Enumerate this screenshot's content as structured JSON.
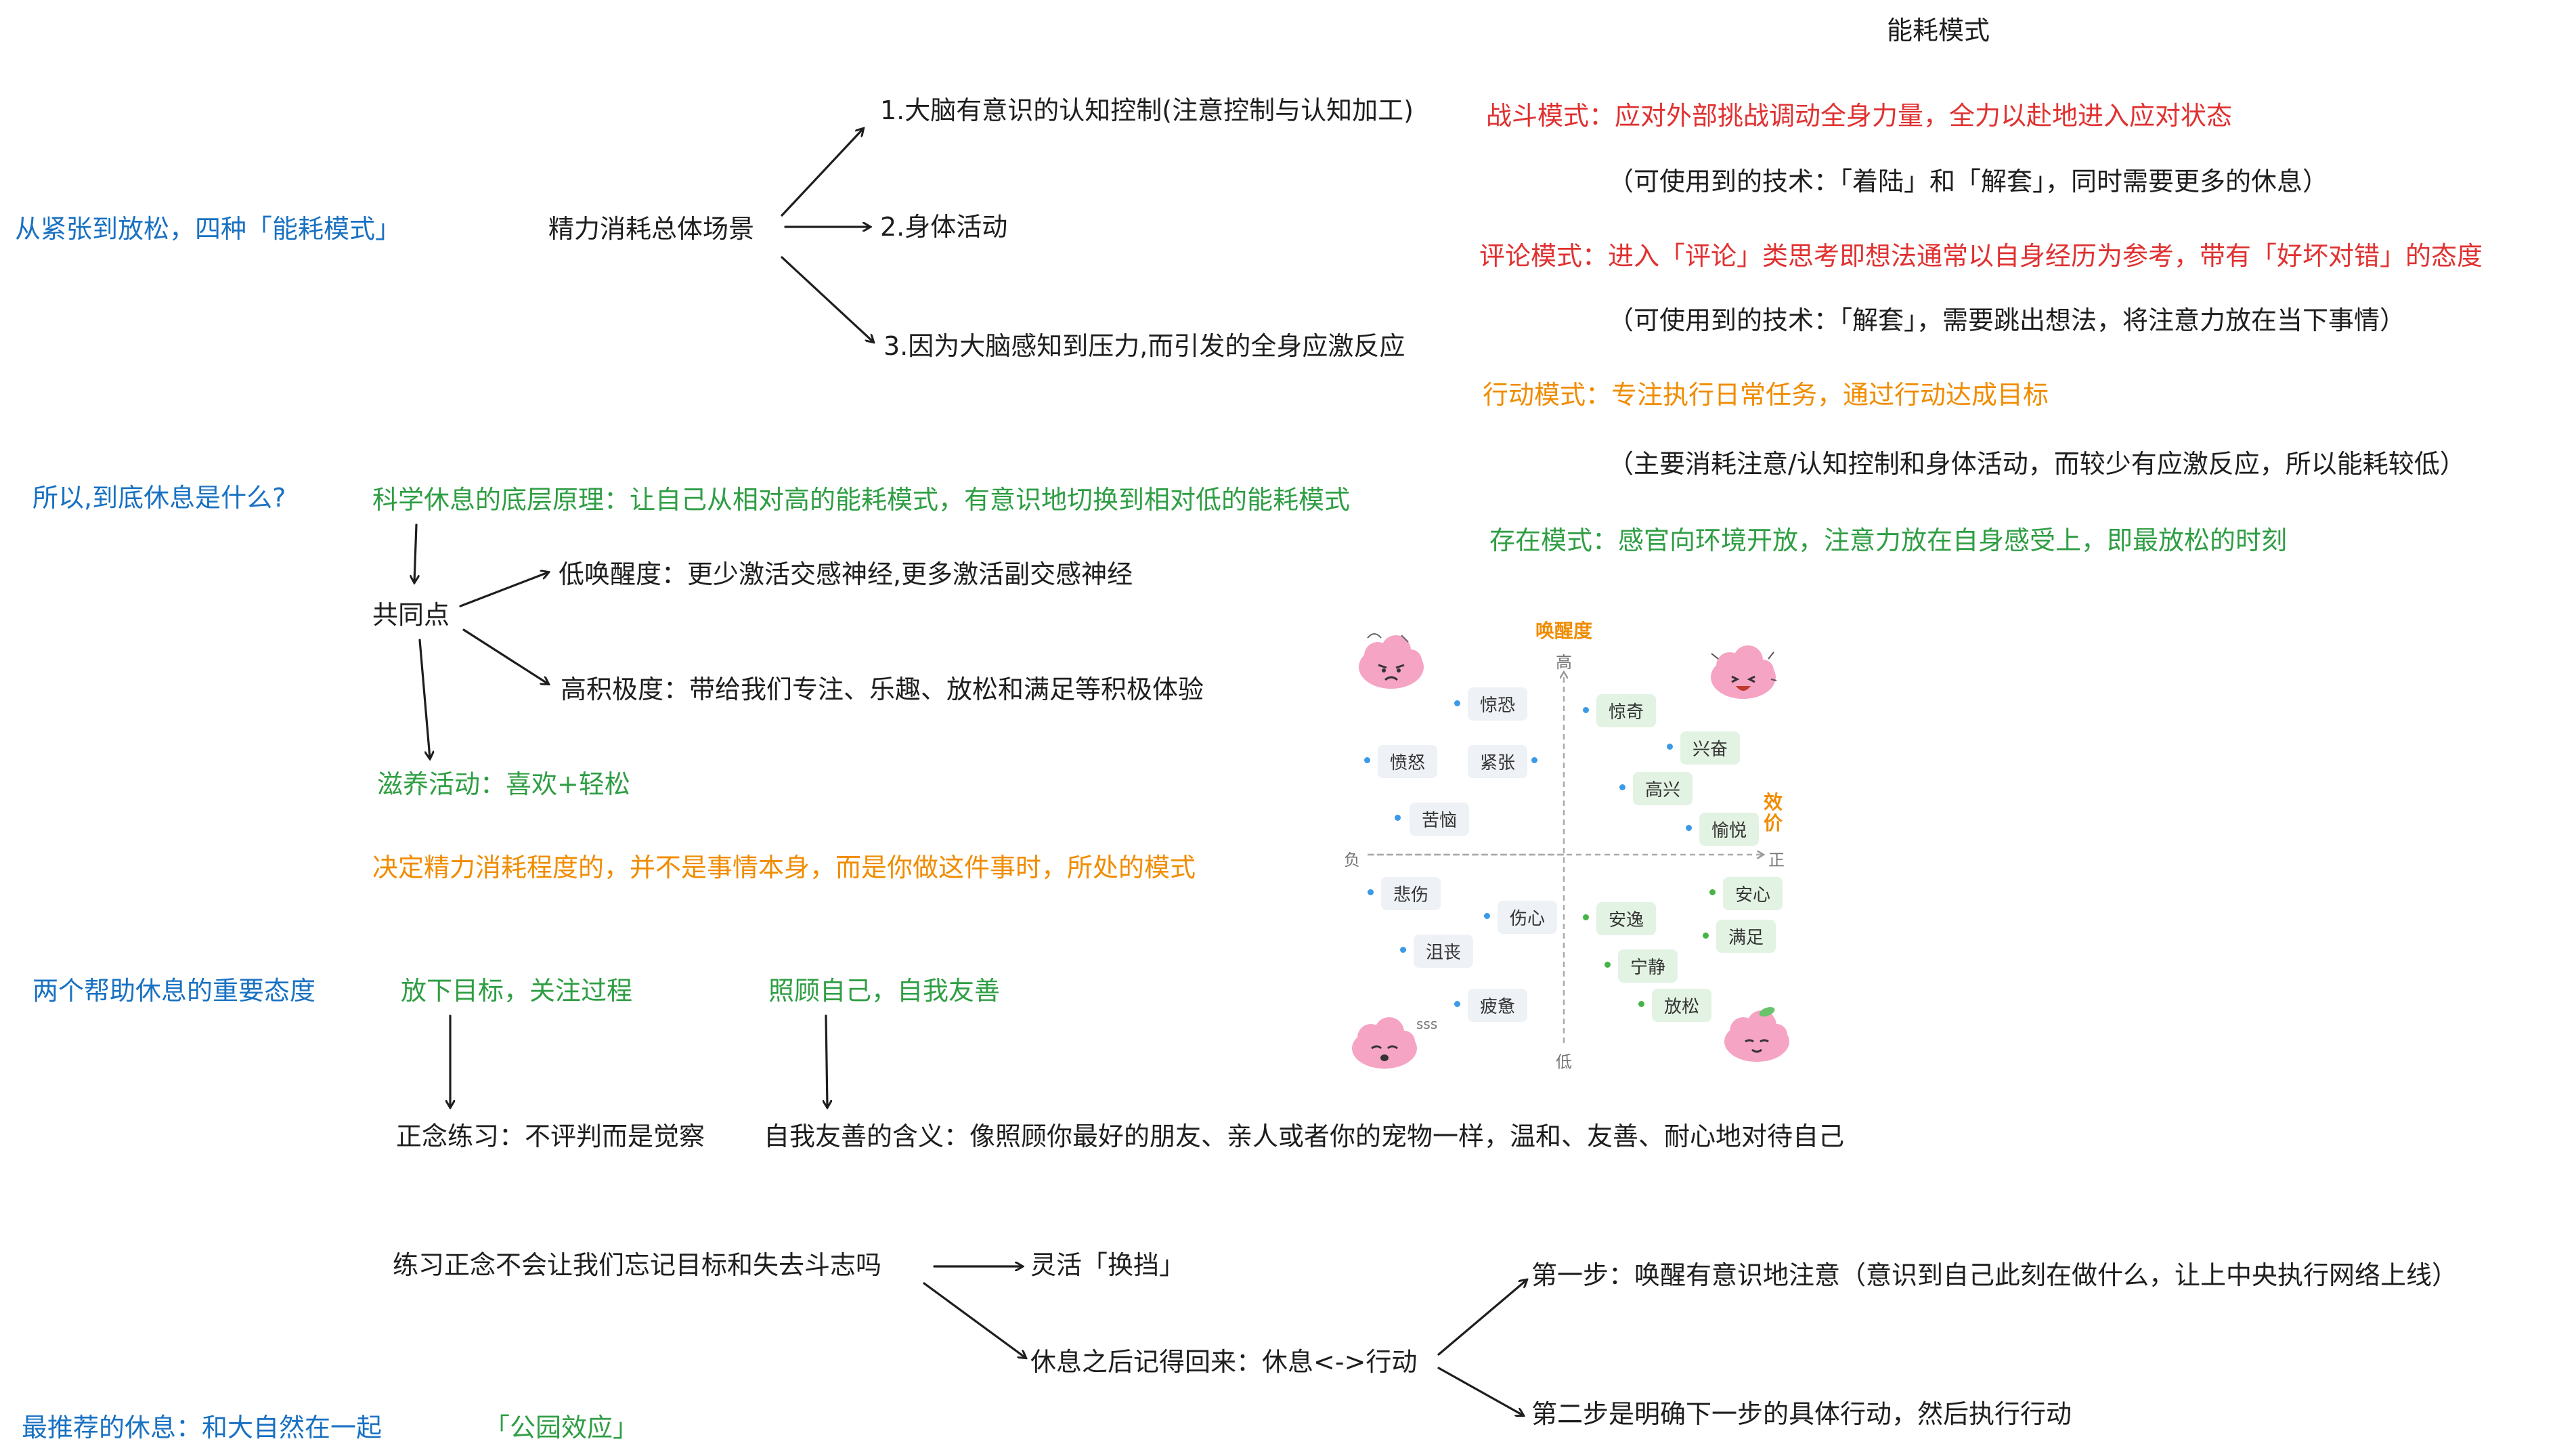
{
  "title": "能耗模式",
  "left": {
    "n1": "从紧张到放松，四种「能耗模式」",
    "n2": "所以,到底休息是什么?",
    "n3": "两个帮助休息的重要态度",
    "n4": "最推荐的休息：和大自然在一起",
    "n4b": "「公园效应」"
  },
  "scenes": {
    "center": "精力消耗总体场景",
    "item1": "1.大脑有意识的认知控制(注意控制与认知加工)",
    "item2": "2.身体活动",
    "item3": "3.因为大脑感知到压力,而引发的全身应激反应"
  },
  "modes": {
    "m1": "战斗模式：应对外部挑战调动全身力量，全力以赴地进入应对状态",
    "m1n": "（可使用到的技术：「着陆」和「解套」，同时需要更多的休息）",
    "m2": "评论模式：进入「评论」类思考即想法通常以自身经历为参考，带有「好坏对错」的态度",
    "m2n": "（可使用到的技术：「解套」，需要跳出想法，将注意力放在当下事情）",
    "m3": "行动模式：专注执行日常任务，通过行动达成目标",
    "m3n": "（主要消耗注意/认知控制和身体活动，而较少有应激反应，所以能耗较低）",
    "m4": "存在模式：感官向环境开放，注意力放在自身感受上，即最放松的时刻"
  },
  "rest": {
    "principle": "科学休息的底层原理：让自己从相对高的能耗模式，有意识地切换到相对低的能耗模式",
    "common": "共同点",
    "low": "低唤醒度：更少激活交感神经,更多激活副交感神经",
    "high": "高积极度：带给我们专注、乐趣、放松和满足等积极体验",
    "nourish": "滋养活动：喜欢+轻松",
    "decide": "决定精力消耗程度的，并不是事情本身，而是你做这件事时，所处的模式"
  },
  "attitudes": {
    "a1": "放下目标，关注过程",
    "a2": "照顾自己，自我友善",
    "b1": "正念练习：不评判而是觉察",
    "b2": "自我友善的含义：像照顾你最好的朋友、亲人或者你的宠物一样，温和、友善、耐心地对待自己"
  },
  "practice": {
    "q": "练习正念不会让我们忘记目标和失去斗志吗",
    "flex": "灵活「换挡」",
    "after": "休息之后记得回来：休息<->行动",
    "step1": "第一步：唤醒有意识地注意（意识到自己此刻在做什么，让上中央执行网络上线）",
    "step2": "第二步是明确下一步的具体行动，然后执行行动"
  },
  "emotion_chart": {
    "y_title": "唤醒度",
    "y_high": "高",
    "y_low": "低",
    "x_title": "效价",
    "x_pos": "正",
    "x_neg": "负",
    "negative": [
      "惊恐",
      "愤怒",
      "紧张",
      "苦恼",
      "悲伤",
      "伤心",
      "沮丧",
      "疲惫"
    ],
    "positive": [
      "惊奇",
      "兴奋",
      "高兴",
      "愉悦",
      "安逸",
      "安心",
      "满足",
      "宁静",
      "放松"
    ],
    "sound": "sss"
  },
  "colors": {
    "blue": "#1971c2",
    "red": "#e03131",
    "green": "#2f9e44",
    "orange": "#f08c00",
    "ink": "#1e1e1e"
  }
}
